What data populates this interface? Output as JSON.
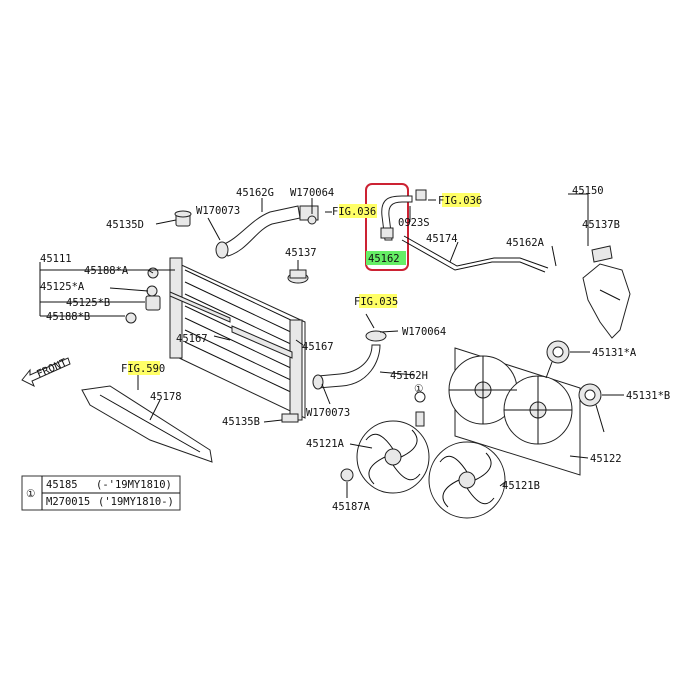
{
  "fig_refs": [
    "FIG.036",
    "FIG.036",
    "FIG.035",
    "FIG.590"
  ],
  "callouts": [
    "45111",
    "45135D",
    "45162G",
    "W170064",
    "W170073",
    "45137",
    "0923S",
    "45174",
    "45162",
    "45150",
    "45162A",
    "45137B",
    "45188*A",
    "45125*A",
    "45125*B",
    "45188*B",
    "45167",
    "45167",
    "W170064",
    "45162H",
    "W170073",
    "45135B",
    "45131*A",
    "45131*B",
    "45121A",
    "45122",
    "45121B",
    "45187A",
    "45178"
  ],
  "highlighted_part": "45162",
  "front_label": "FRONT",
  "legend": {
    "symbol": "①",
    "rows": [
      {
        "part": "45185",
        "note": "(-'19MY1810)"
      },
      {
        "part": "M270015",
        "note": "('19MY1810-)"
      }
    ]
  },
  "colors": {
    "highlight_yellow": "#ffff66",
    "highlight_green": "#66ee66",
    "selection_red": "#cc2233"
  }
}
